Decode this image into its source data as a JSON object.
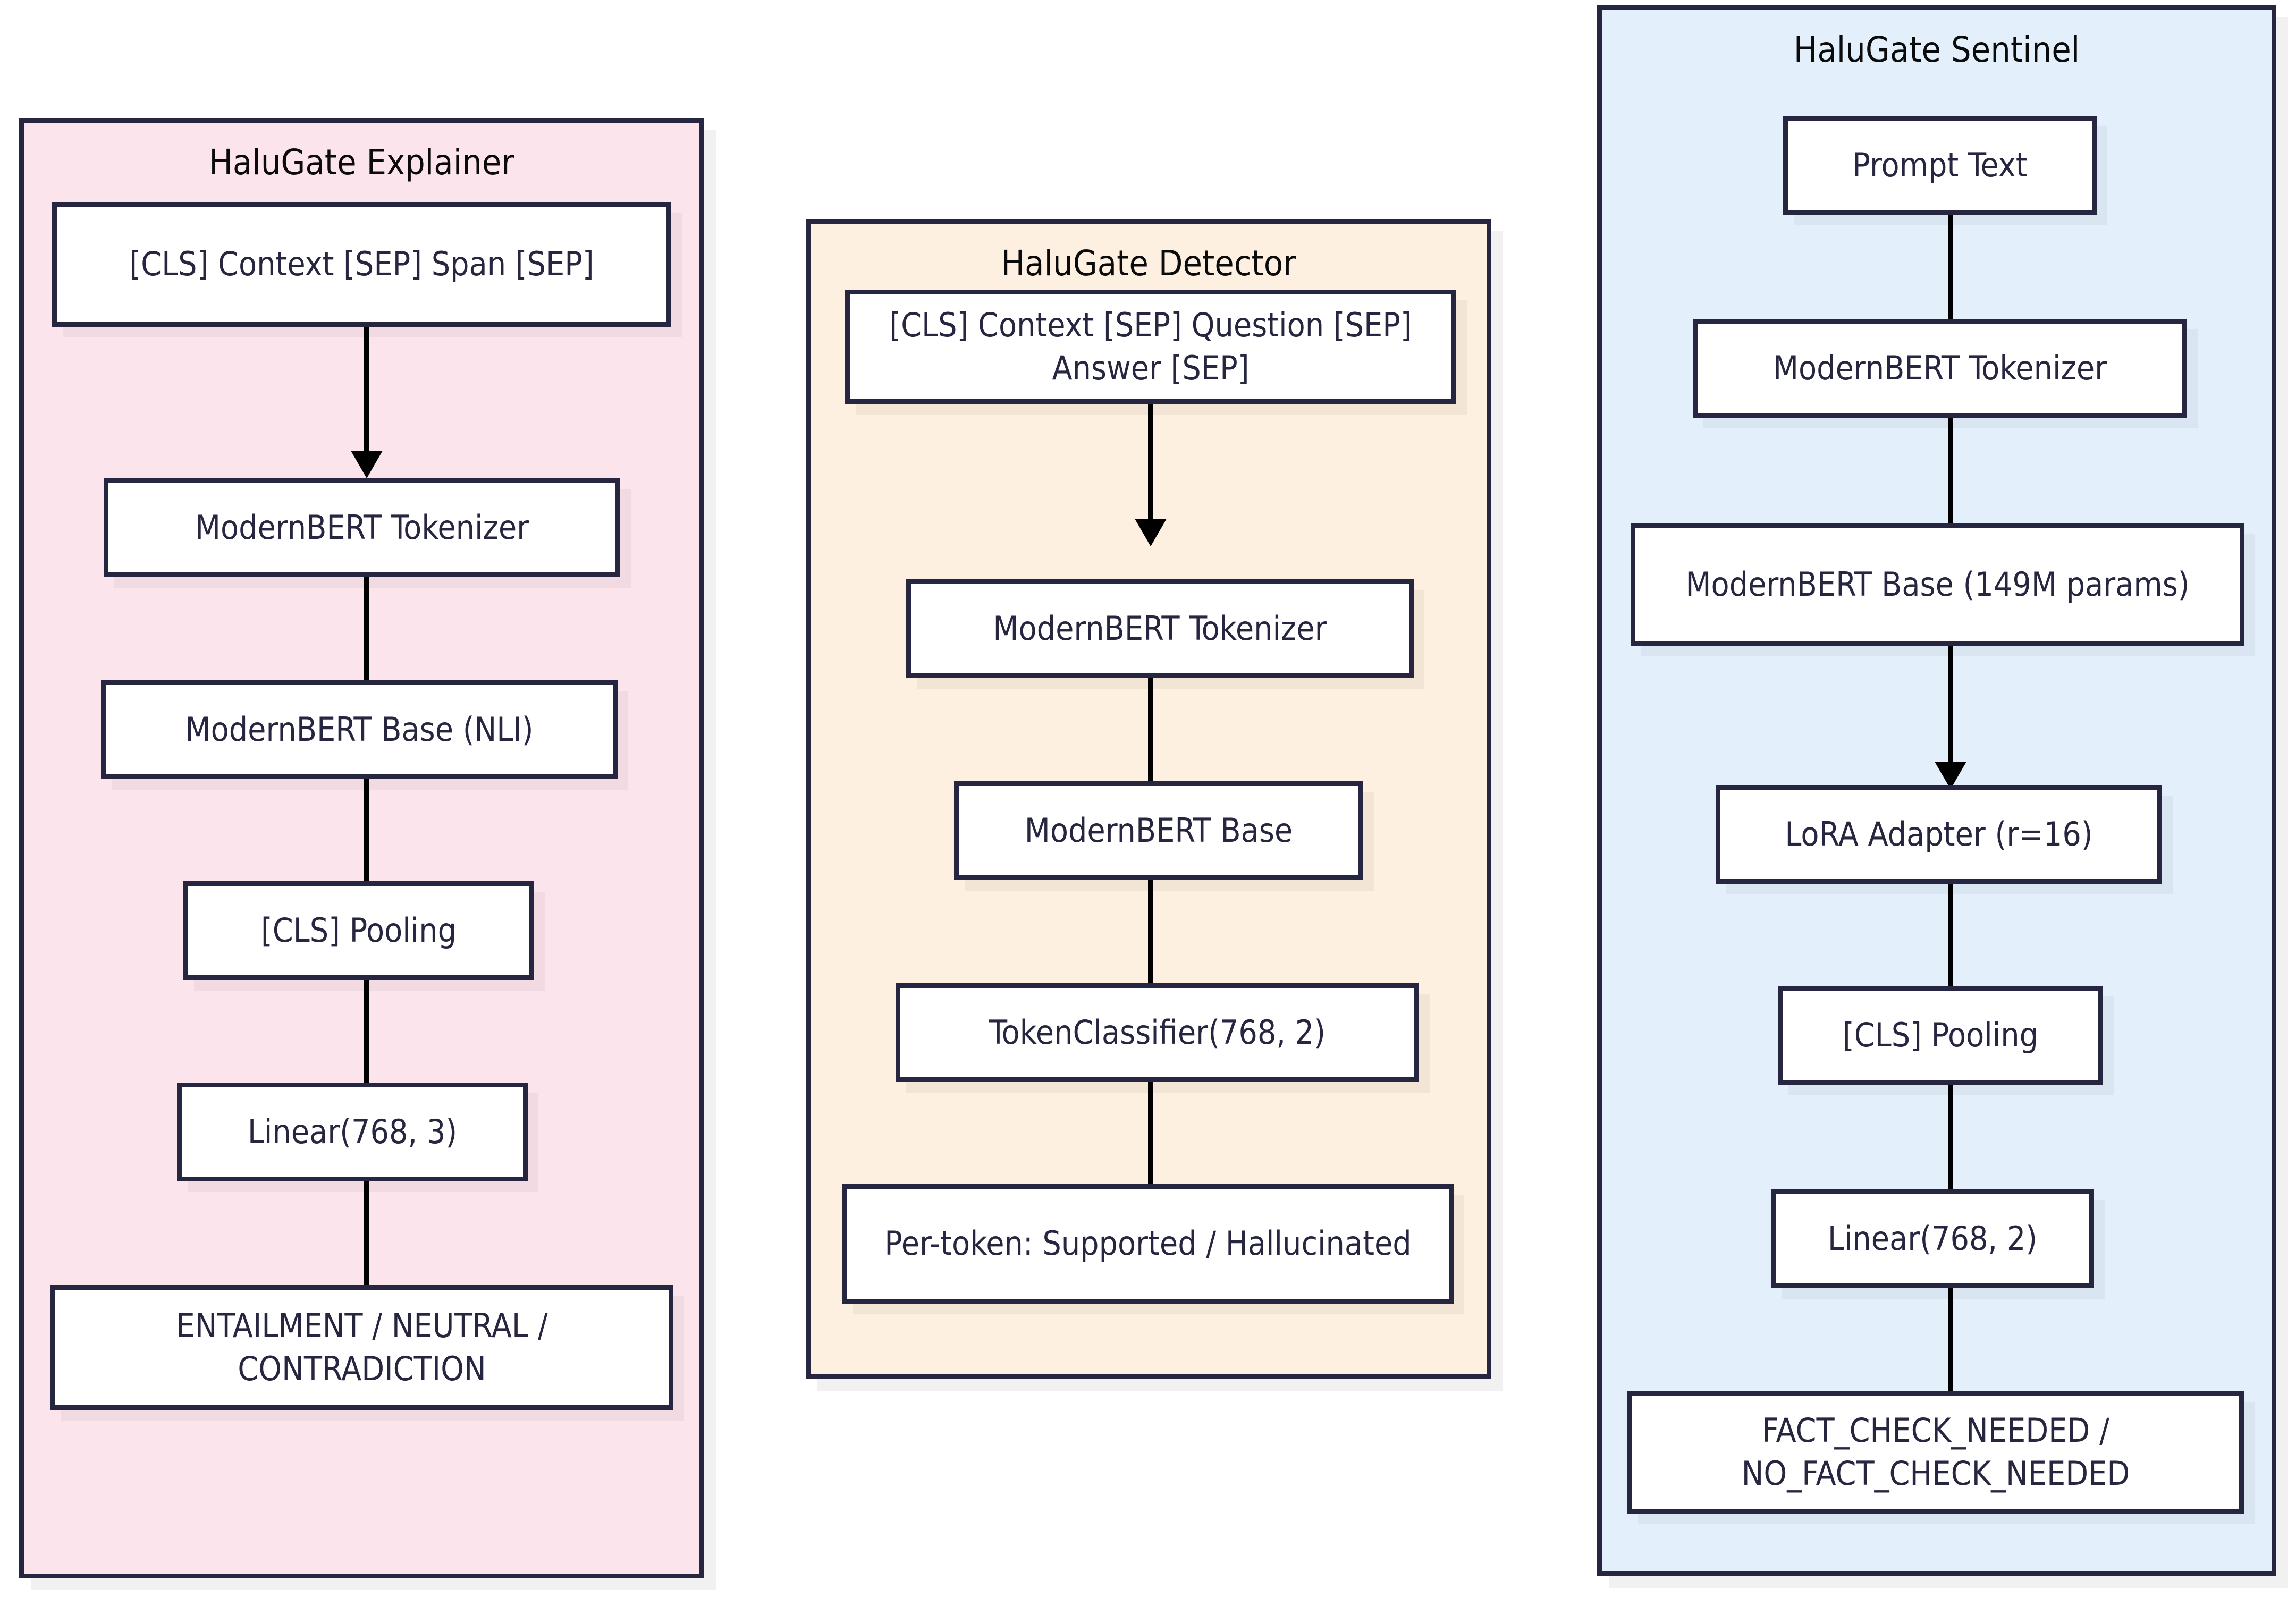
{
  "diagram": {
    "type": "flowchart",
    "orientation": "top-down",
    "columns": [
      {
        "id": "explainer",
        "title": "HaluGate Explainer",
        "fill": "#fce4ec",
        "stroke": "#262640",
        "nodes": [
          {
            "id": "exp-input",
            "label": "[CLS] Context [SEP] Span [SEP]"
          },
          {
            "id": "exp-tok",
            "label": "ModernBERT Tokenizer"
          },
          {
            "id": "exp-base",
            "label": "ModernBERT Base (NLI)"
          },
          {
            "id": "exp-pool",
            "label": "[CLS] Pooling"
          },
          {
            "id": "exp-linear",
            "label": "Linear(768, 3)"
          },
          {
            "id": "exp-output",
            "label": "ENTAILMENT / NEUTRAL / CONTRADICTION"
          }
        ],
        "edges": [
          {
            "from": "exp-input",
            "to": "exp-tok"
          },
          {
            "from": "exp-tok",
            "to": "exp-base"
          },
          {
            "from": "exp-base",
            "to": "exp-pool"
          },
          {
            "from": "exp-pool",
            "to": "exp-linear"
          },
          {
            "from": "exp-linear",
            "to": "exp-output"
          }
        ]
      },
      {
        "id": "detector",
        "title": "HaluGate Detector",
        "fill": "#fdf0e0",
        "stroke": "#262640",
        "nodes": [
          {
            "id": "det-input",
            "label": "[CLS] Context [SEP] Question [SEP] Answer [SEP]"
          },
          {
            "id": "det-tok",
            "label": "ModernBERT Tokenizer"
          },
          {
            "id": "det-base",
            "label": "ModernBERT Base"
          },
          {
            "id": "det-head",
            "label": "TokenClassifier(768, 2)"
          },
          {
            "id": "det-output",
            "label": "Per-token: Supported / Hallucinated"
          }
        ],
        "edges": [
          {
            "from": "det-input",
            "to": "det-tok"
          },
          {
            "from": "det-tok",
            "to": "det-base"
          },
          {
            "from": "det-base",
            "to": "det-head"
          },
          {
            "from": "det-head",
            "to": "det-output"
          }
        ]
      },
      {
        "id": "sentinel",
        "title": "HaluGate Sentinel",
        "fill": "#e3f0fb",
        "stroke": "#262640",
        "nodes": [
          {
            "id": "sen-prompt",
            "label": "Prompt Text"
          },
          {
            "id": "sen-tok",
            "label": "ModernBERT Tokenizer"
          },
          {
            "id": "sen-base",
            "label": "ModernBERT Base (149M params)"
          },
          {
            "id": "sen-lora",
            "label": "LoRA Adapter (r=16)"
          },
          {
            "id": "sen-pool",
            "label": "[CLS] Pooling"
          },
          {
            "id": "sen-linear",
            "label": "Linear(768, 2)"
          },
          {
            "id": "sen-output",
            "label": "FACT_CHECK_NEEDED / NO_FACT_CHECK_NEEDED"
          }
        ],
        "edges": [
          {
            "from": "sen-prompt",
            "to": "sen-tok"
          },
          {
            "from": "sen-tok",
            "to": "sen-base"
          },
          {
            "from": "sen-base",
            "to": "sen-lora"
          },
          {
            "from": "sen-lora",
            "to": "sen-pool"
          },
          {
            "from": "sen-pool",
            "to": "sen-linear"
          },
          {
            "from": "sen-linear",
            "to": "sen-output"
          }
        ]
      }
    ]
  }
}
